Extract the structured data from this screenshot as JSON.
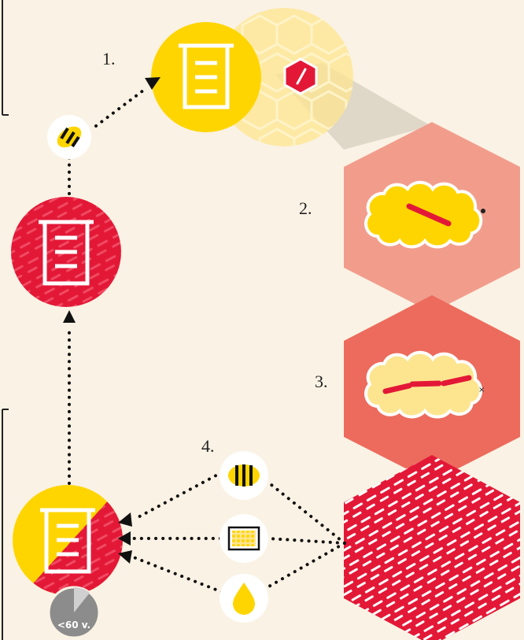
{
  "steps": {
    "step1": "1.",
    "step2": "2.",
    "step3": "3.",
    "step4": "4."
  },
  "timer_badge": {
    "label": "<60 v."
  },
  "colors": {
    "background": "#faf2e4",
    "yellow": "#ffd500",
    "red": "#e31837",
    "salmon": "#f29d8c",
    "coral": "#ec6b5d",
    "pale_yellow": "#fde58f",
    "grey": "#8c8c8c"
  },
  "icons": [
    "hive-frame-icon",
    "honeycomb-icon",
    "bee-icon",
    "larva-icon",
    "honey-drop-icon",
    "comb-frame-icon",
    "timer-icon"
  ]
}
